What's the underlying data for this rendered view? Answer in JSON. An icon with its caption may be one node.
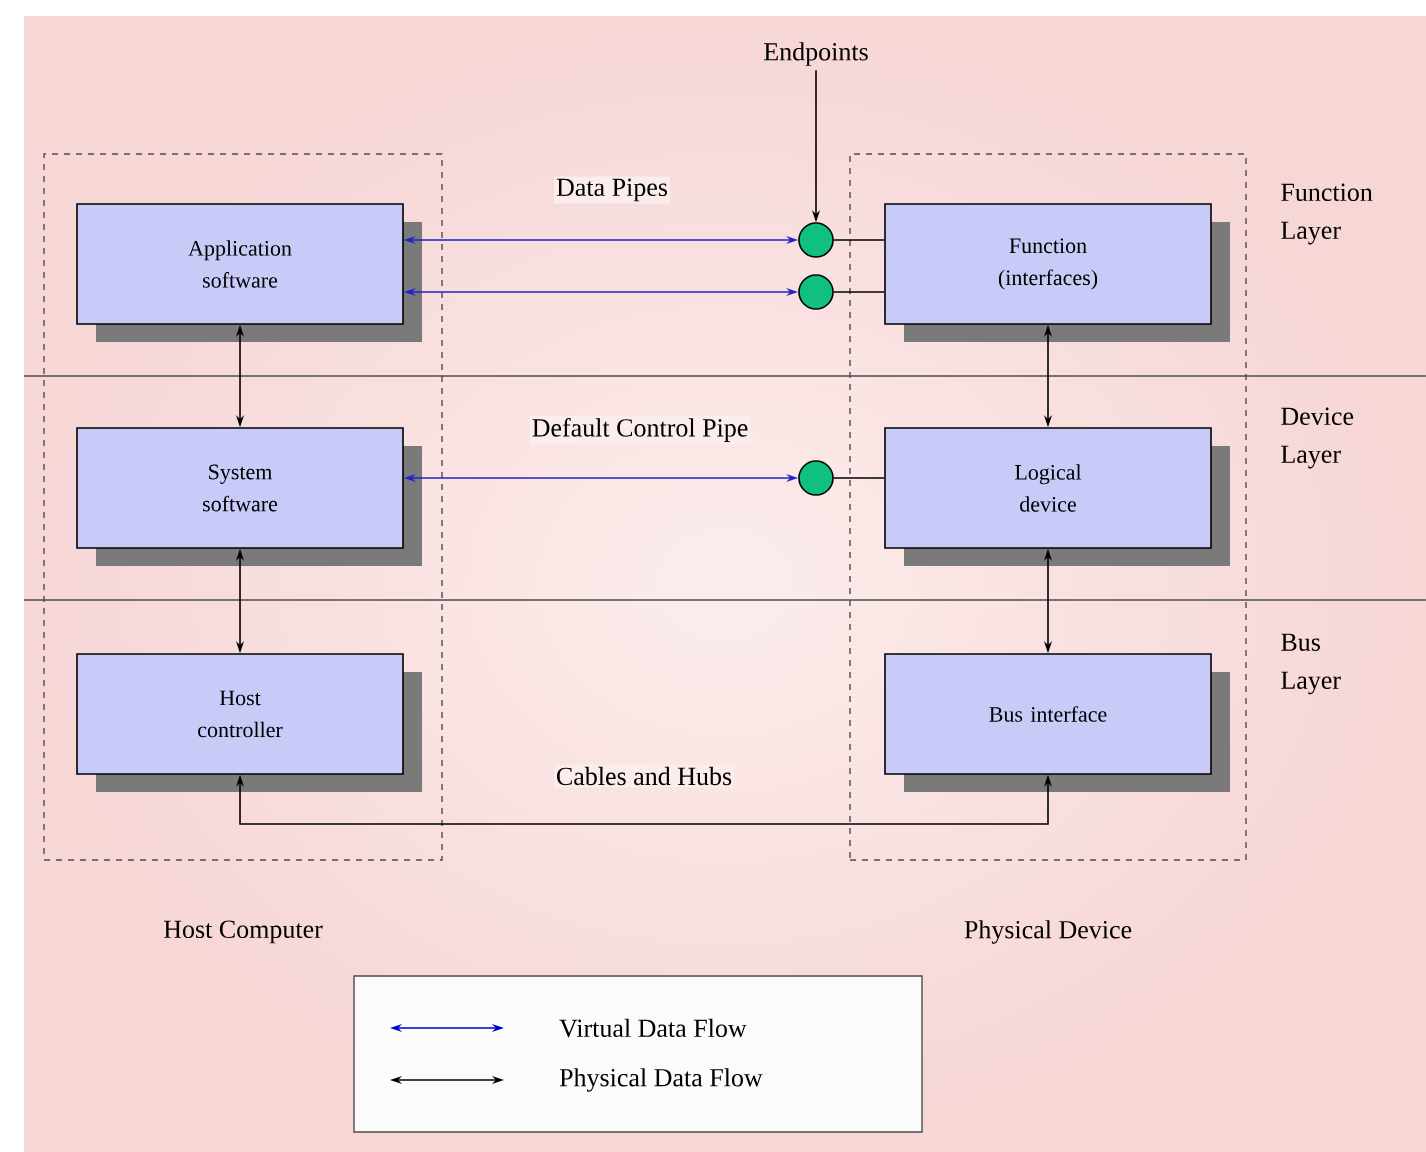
{
  "diagram": {
    "nodes": [
      {
        "text": [
          "Host Computer"
        ]
      },
      {
        "text": [
          "Physical Device"
        ]
      },
      {
        "text": [
          "Application software"
        ],
        "in": 0
      },
      {
        "text": [
          "System software"
        ],
        "in": 0
      },
      {
        "text": [
          "Host controller"
        ],
        "in": 0
      },
      {
        "text": [
          "Function (interfaces)"
        ],
        "in": 1
      },
      {
        "text": [
          "Logical device"
        ],
        "in": 1
      },
      {
        "text": [
          "Bus interface"
        ],
        "in": 1
      },
      {
        "text": [],
        "shape": "circle"
      },
      {
        "text": [],
        "shape": "circle"
      },
      {
        "text": [],
        "shape": "circle"
      },
      {
        "text": [
          "Endpoints"
        ]
      }
    ],
    "edges": [
      {
        "from": 2,
        "to": 8,
        "arrow": "both",
        "color": "#2222cc",
        "label": "Data Pipes"
      },
      {
        "from": 2,
        "to": 9,
        "arrow": "both",
        "color": "#2222cc"
      },
      {
        "from": 3,
        "to": 10,
        "arrow": "both",
        "color": "#2222cc",
        "label": "Default Control Pipe"
      },
      {
        "from": 8,
        "to": 5,
        "arrow": "none"
      },
      {
        "from": 9,
        "to": 5,
        "arrow": "none"
      },
      {
        "from": 10,
        "to": 6,
        "arrow": "none"
      },
      {
        "from": 2,
        "to": 3,
        "arrow": "both"
      },
      {
        "from": 3,
        "to": 4,
        "arrow": "both"
      },
      {
        "from": 5,
        "to": 6,
        "arrow": "both"
      },
      {
        "from": 6,
        "to": 7,
        "arrow": "both"
      },
      {
        "from": 4,
        "to": 7,
        "arrow": "both",
        "label": "Cables and Hubs"
      },
      {
        "from": 11,
        "to": 8,
        "arrow": "to"
      }
    ],
    "labels": [
      "Function Layer",
      "Device Layer",
      "Bus Layer"
    ],
    "legend": [
      {
        "text": "Virtual Data Flow"
      },
      {
        "text": "Physical Data Flow"
      }
    ]
  }
}
